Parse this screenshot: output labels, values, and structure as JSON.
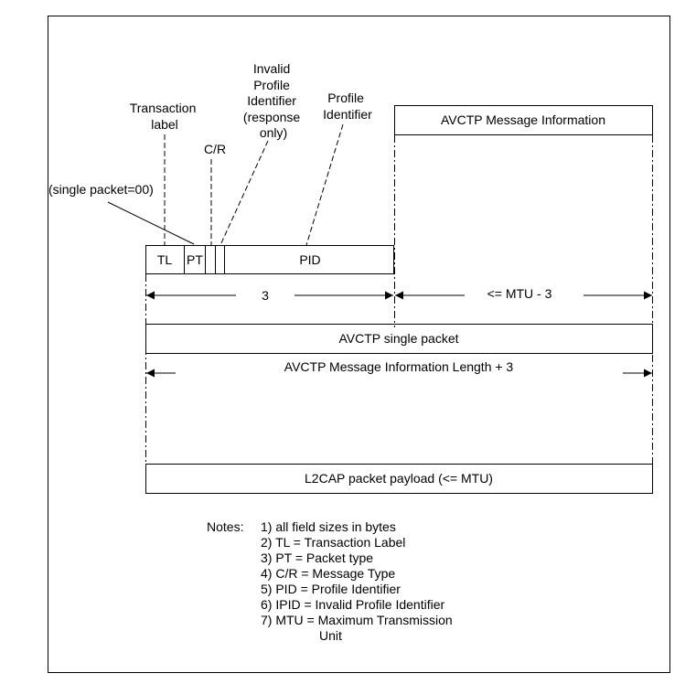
{
  "labels": {
    "invalid_profile_identifier": [
      "Invalid",
      "Profile",
      "Identifier",
      "(response",
      "only)"
    ],
    "profile_identifier": [
      "Profile",
      "Identifier"
    ],
    "transaction_label": [
      "Transaction",
      "label"
    ],
    "cr": "C/R",
    "single_packet": "(single packet=00)"
  },
  "fields": {
    "tl": "TL",
    "pt": "PT",
    "pid": "PID"
  },
  "boxes": {
    "avctp_message_information": "AVCTP Message Information",
    "avctp_single_packet": "AVCTP single packet",
    "l2cap_packet_payload": "L2CAP packet payload (<= MTU)"
  },
  "dimensions": {
    "header_length": "3",
    "mtu_length": "<=  MTU - 3",
    "message_length": "AVCTP Message Information Length + 3"
  },
  "notes": {
    "title": "Notes:",
    "lines": [
      "1) all field sizes in bytes",
      "2) TL = Transaction Label",
      "3) PT = Packet type",
      "4) C/R = Message Type",
      "5) PID = Profile Identifier",
      "6) IPID = Invalid Profile Identifier",
      "7) MTU = Maximum Transmission"
    ],
    "continuation": "Unit"
  }
}
